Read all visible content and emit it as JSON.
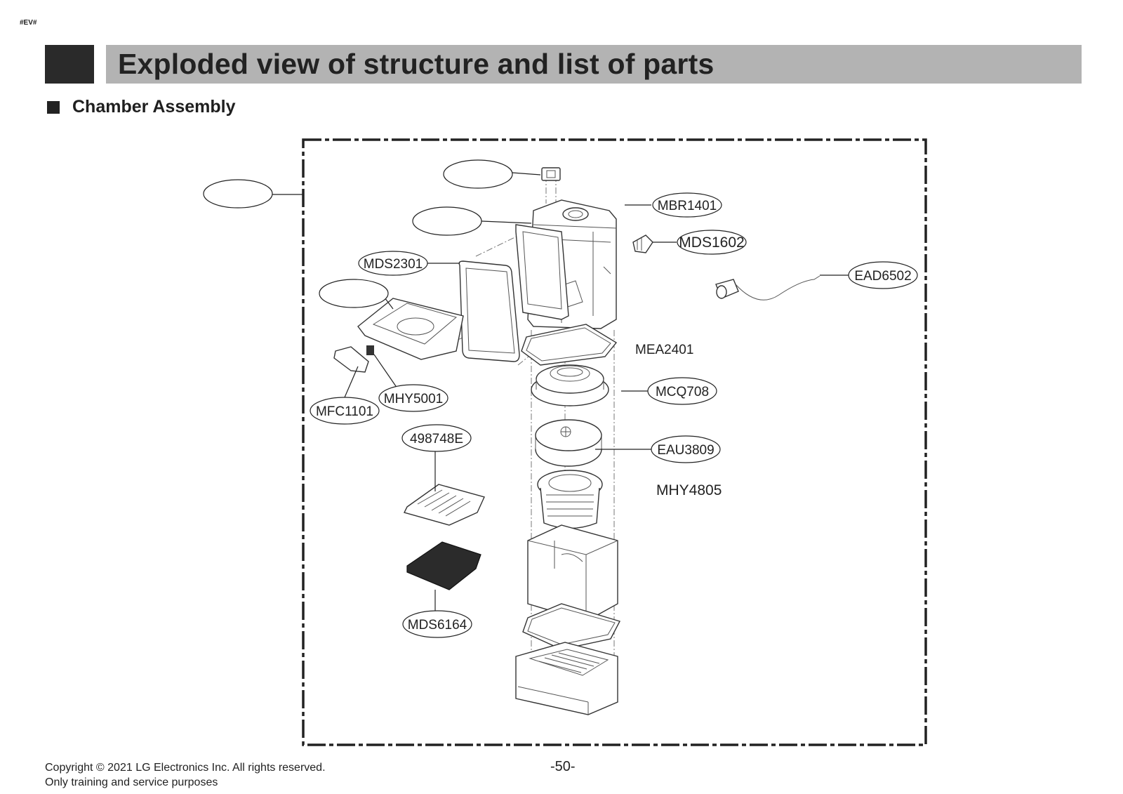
{
  "page": {
    "tag": "#EV#",
    "title": "Exploded view of structure and list of parts",
    "section": "Chamber Assembly",
    "copyright": "Copyright © 2021 LG Electronics Inc. All rights reserved.",
    "purpose": "Only training and service purposes",
    "page_number": "-50-"
  },
  "parts": {
    "mbr1401": "MBR1401",
    "mds1602": "MDS1602",
    "ead6502": "EAD6502",
    "mds2301": "MDS2301",
    "mea2401": "MEA2401",
    "mcq708": "MCQ708",
    "mhy5001": "MHY5001",
    "mfc1101": "MFC1101",
    "p498748e": "498748E",
    "eau3809": "EAU3809",
    "mhy4805": "MHY4805",
    "mds6164": "MDS6164"
  }
}
